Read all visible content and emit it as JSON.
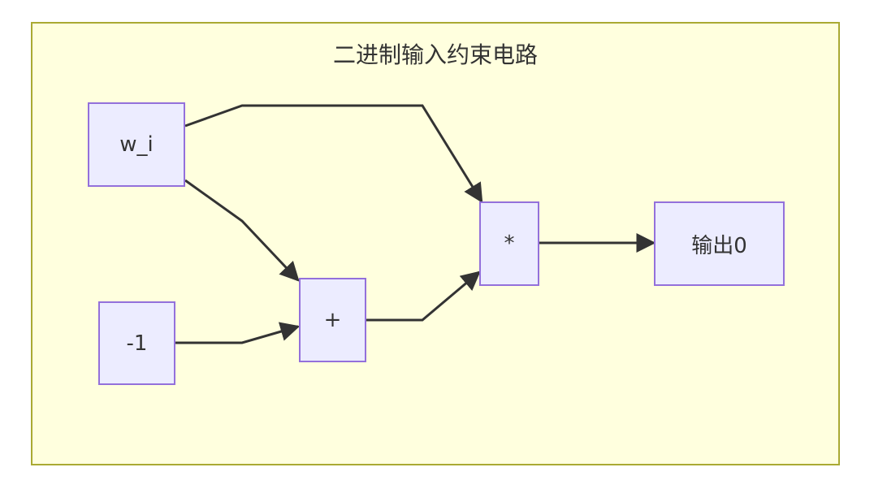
{
  "diagram": {
    "title": "二进制输入约束电路",
    "nodes": {
      "wi": "w_i",
      "neg1": "-1",
      "plus": "+",
      "mul": "*",
      "out": "输出0"
    },
    "edges": [
      {
        "from": "w_i",
        "to": "*"
      },
      {
        "from": "w_i",
        "to": "+"
      },
      {
        "from": "-1",
        "to": "+"
      },
      {
        "from": "+",
        "to": "*"
      },
      {
        "from": "*",
        "to": "输出0"
      }
    ]
  }
}
